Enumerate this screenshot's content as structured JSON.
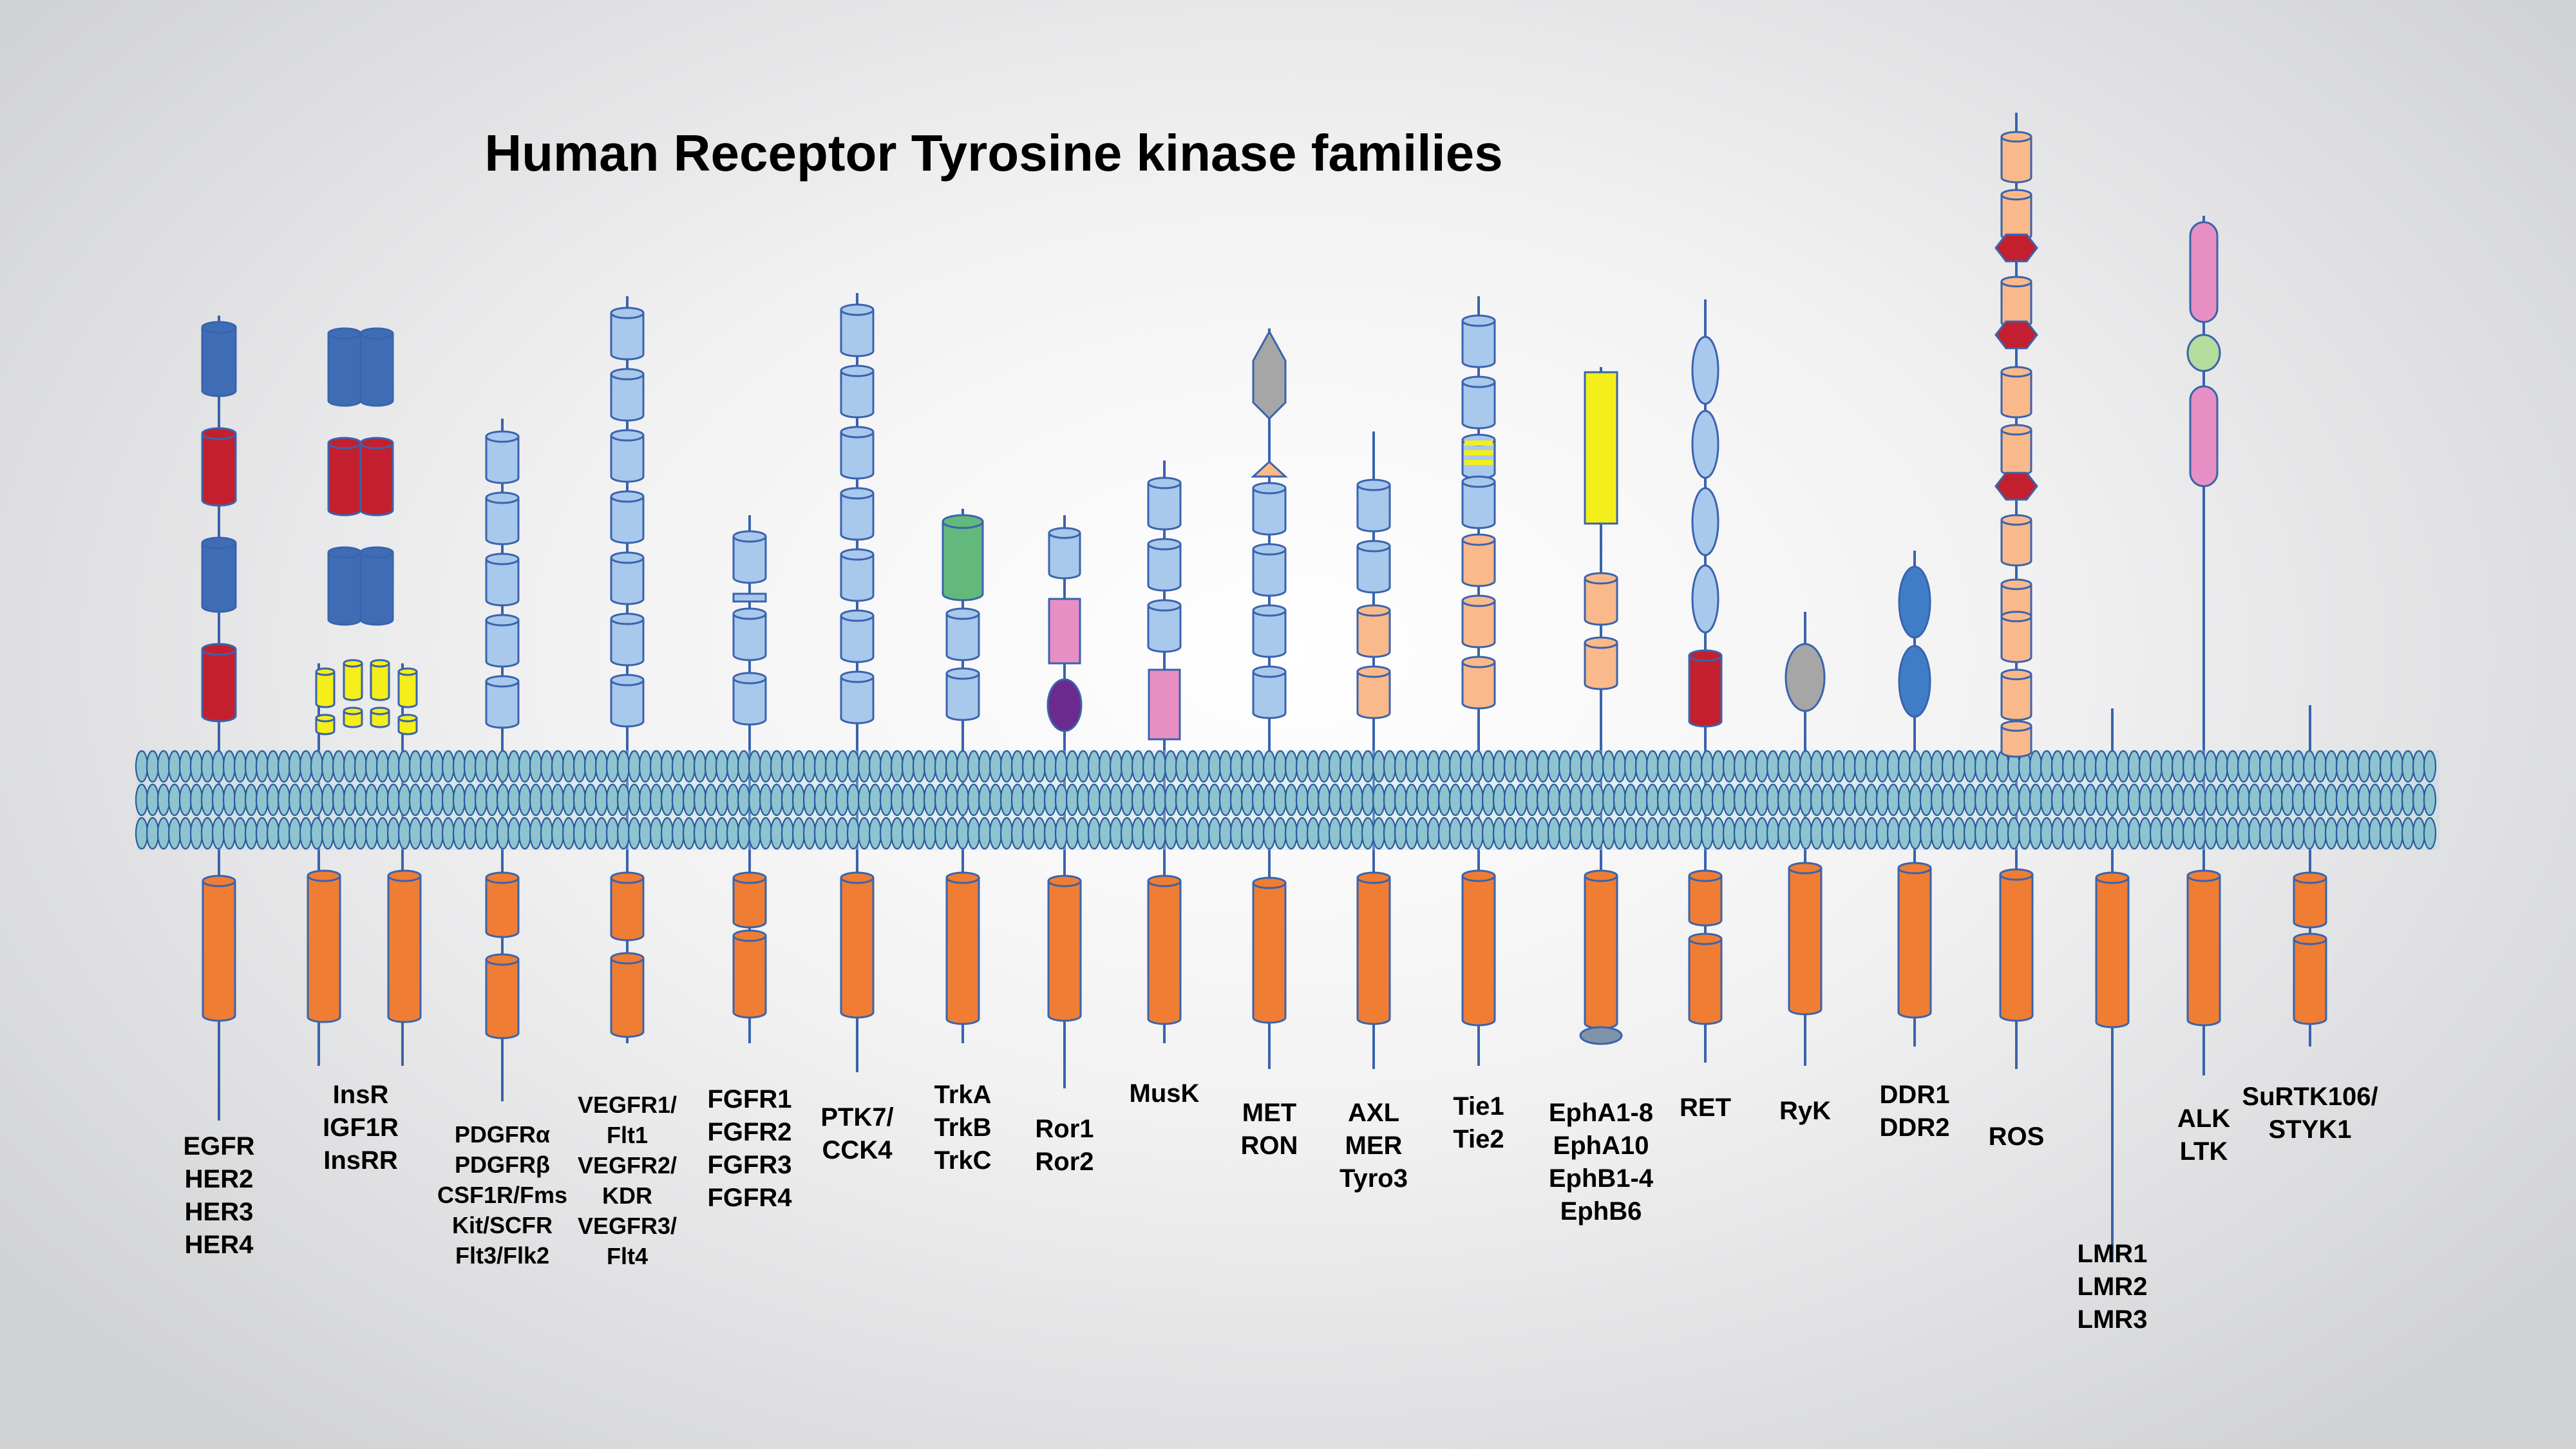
{
  "title": "Human Receptor Tyrosine kinase families",
  "colors": {
    "membrane_fill": "#8ec4cf",
    "membrane_stroke": "#2b5aa0",
    "stalk": "#3a63ad",
    "dark_blue_domain": "#3e6db5",
    "light_blue_domain": "#a8c8ec",
    "red_domain": "#c41f2e",
    "yellow_domain": "#f4ee1a",
    "peach_domain": "#f9b98a",
    "green_domain": "#63b87c",
    "pink_domain": "#e78fc4",
    "purple_domain": "#6b2a8e",
    "gray_domain": "#a6a6a6",
    "light_green_domain": "#b4dc9c",
    "kinase_orange": "#ef7d33"
  },
  "families": [
    {
      "id": "egfr",
      "labels": [
        "EGFR",
        "HER2",
        "HER3",
        "HER4"
      ]
    },
    {
      "id": "insr",
      "labels": [
        "InsR",
        "IGF1R",
        "InsRR"
      ]
    },
    {
      "id": "pdgfr",
      "labels": [
        "PDGFRα",
        "PDGFRβ",
        "CSF1R/Fms",
        "Kit/SCFR",
        "Flt3/Flk2"
      ]
    },
    {
      "id": "vegfr",
      "labels": [
        "VEGFR1/",
        "Flt1",
        "VEGFR2/",
        "KDR",
        "VEGFR3/",
        "Flt4"
      ]
    },
    {
      "id": "fgfr",
      "labels": [
        "FGFR1",
        "FGFR2",
        "FGFR3",
        "FGFR4"
      ]
    },
    {
      "id": "ptk7",
      "labels": [
        "PTK7/",
        "CCK4"
      ]
    },
    {
      "id": "trk",
      "labels": [
        "TrkA",
        "TrkB",
        "TrkC"
      ]
    },
    {
      "id": "ror",
      "labels": [
        "Ror1",
        "Ror2"
      ]
    },
    {
      "id": "musk",
      "labels": [
        "MusK"
      ]
    },
    {
      "id": "met",
      "labels": [
        "MET",
        "RON"
      ]
    },
    {
      "id": "axl",
      "labels": [
        "AXL",
        "MER",
        "Tyro3"
      ]
    },
    {
      "id": "tie",
      "labels": [
        "Tie1",
        "Tie2"
      ]
    },
    {
      "id": "eph",
      "labels": [
        "EphA1-8",
        "EphA10",
        "EphB1-4",
        "EphB6"
      ]
    },
    {
      "id": "ret",
      "labels": [
        "RET"
      ]
    },
    {
      "id": "ryk",
      "labels": [
        "RyK"
      ]
    },
    {
      "id": "ddr",
      "labels": [
        "DDR1",
        "DDR2"
      ]
    },
    {
      "id": "ros",
      "labels": [
        "ROS"
      ]
    },
    {
      "id": "lmr",
      "labels": [
        "LMR1",
        "LMR2",
        "LMR3"
      ]
    },
    {
      "id": "alk",
      "labels": [
        "ALK",
        "LTK"
      ]
    },
    {
      "id": "surtk",
      "labels": [
        "SuRTK106/",
        "STYK1"
      ]
    }
  ]
}
